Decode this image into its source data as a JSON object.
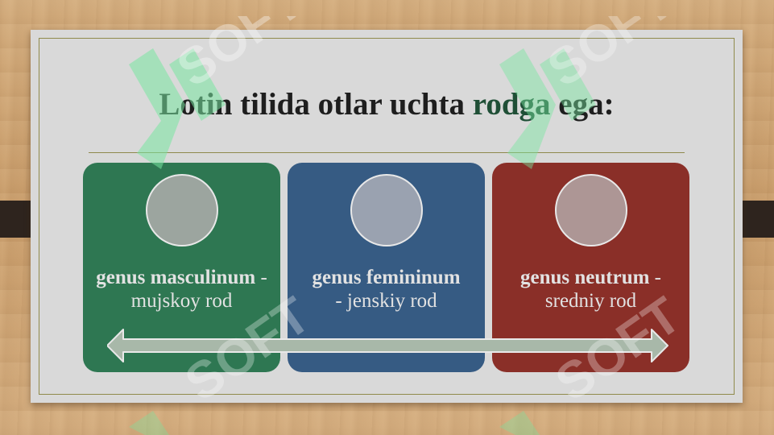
{
  "slide": {
    "title_start": "Lotin tilida otlar uchta ",
    "title_highlight": "rodga",
    "title_end": " ega:",
    "title_highlight_color": "#1f4f36"
  },
  "cards": [
    {
      "term": "genus masculinum",
      "sep": " -",
      "desc": "mujskoy rod",
      "color": "#2e7752"
    },
    {
      "term": "genus femininum",
      "sep": "",
      "desc": "- jenskiy rod",
      "color": "#365b83"
    },
    {
      "term": "genus neutrum",
      "sep": " -",
      "desc": "sredniy rod",
      "color": "#8a2f28"
    }
  ],
  "colors": {
    "background_wood": "#cda373",
    "paper": "#d9d9d9",
    "frame_line": "#8f8a4c",
    "arrow": "#a8b8a9",
    "clip": "#2e241e"
  },
  "icons": [
    "double-arrow-icon",
    "watermark-logo"
  ]
}
